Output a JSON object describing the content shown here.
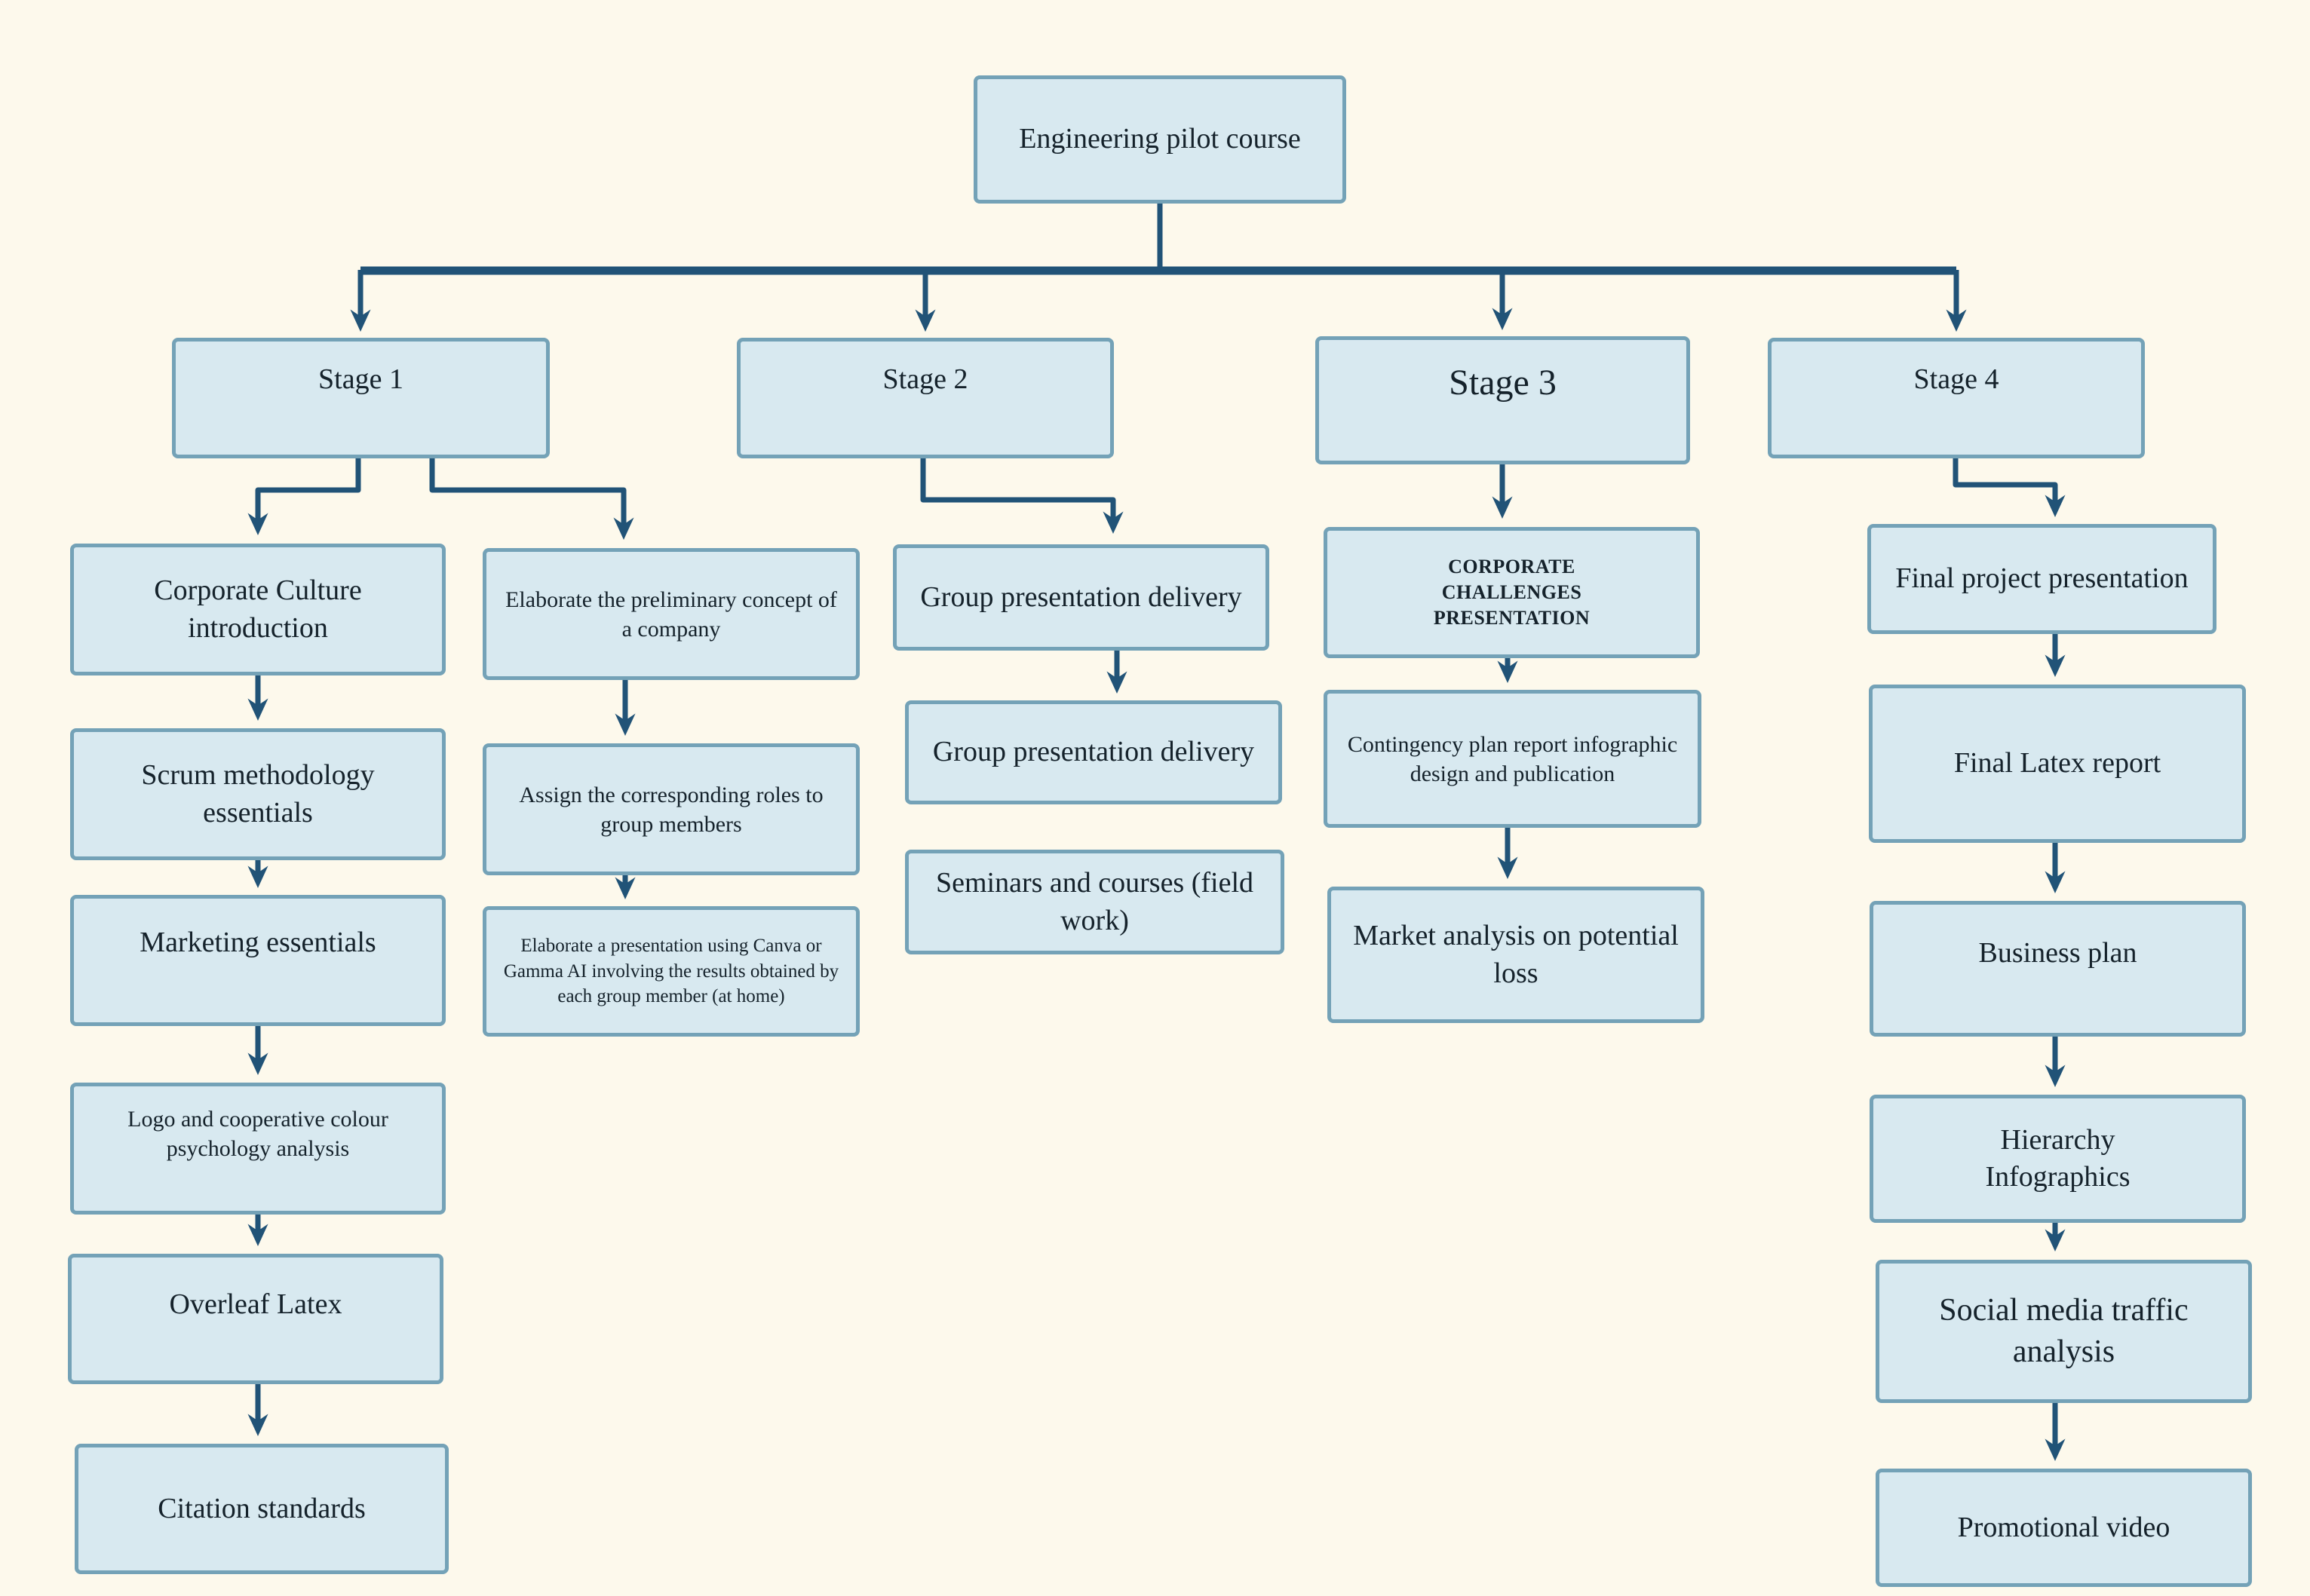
{
  "colors": {
    "background": "#fdf9ec",
    "node_fill": "#d8e9f0",
    "node_border": "#74a2b7",
    "connector": "#215377",
    "text": "#15222b"
  },
  "diagram": {
    "root": "Engineering pilot course",
    "stages": [
      {
        "label": "Stage 1",
        "tracks": [
          [
            "Corporate Culture introduction",
            "Scrum methodology essentials",
            "Marketing essentials",
            "Logo and cooperative colour psychology analysis",
            "Overleaf Latex",
            "Citation standards"
          ],
          [
            "Elaborate the preliminary concept of a company",
            "Assign the corresponding roles to group members",
            "Elaborate a presentation using Canva or Gamma AI involving the results obtained by each group member (at home)"
          ]
        ]
      },
      {
        "label": "Stage 2",
        "tracks": [
          [
            "Group presentation delivery",
            "Group presentation delivery",
            "Seminars and courses (field work)"
          ]
        ]
      },
      {
        "label": "Stage 3",
        "tracks": [
          [
            "CORPORATE CHALLENGES PRESENTATION",
            "Contingency plan report infographic design and publication",
            "Market analysis on potential loss"
          ]
        ]
      },
      {
        "label": "Stage 4",
        "tracks": [
          [
            "Final project presentation",
            "Final Latex report",
            "Business plan",
            "Hierarchy Infographics",
            "Social media traffic analysis",
            "Promotional video"
          ]
        ]
      }
    ]
  }
}
